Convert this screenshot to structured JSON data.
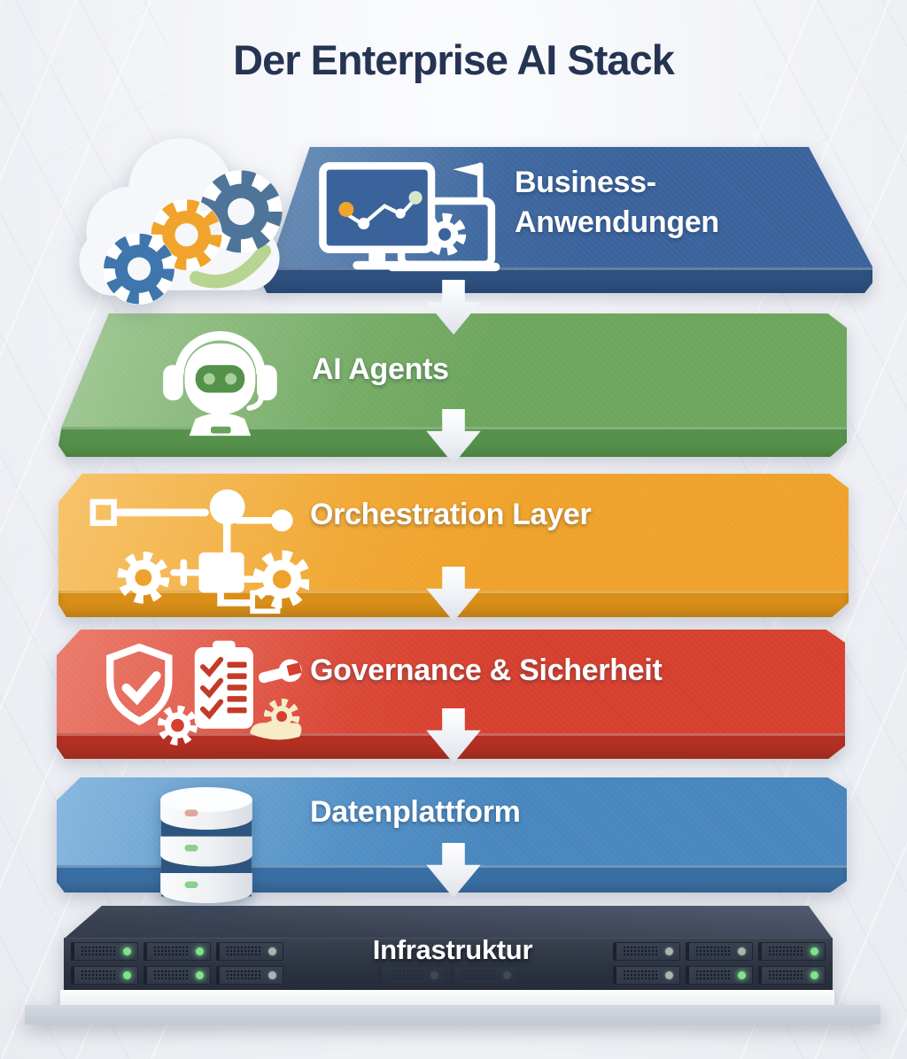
{
  "title": "Der Enterprise AI Stack",
  "theme": {
    "background": "#eef0f4",
    "title_color": "#263453",
    "label_color": "#ffffff",
    "arrow_color": "#eef1f5"
  },
  "layers": [
    {
      "id": "business-anwendungen",
      "label": "Business-Anwendungen",
      "label_lines": [
        "Business-",
        "Anwendungen"
      ],
      "icon": "monitor-laptop-gear-icon",
      "colors": {
        "face_top": "#4a76a8",
        "face_bottom": "#3a639c",
        "edge": "#2d5181"
      }
    },
    {
      "id": "ai-agents",
      "label": "AI Agents",
      "icon": "robot-headset-icon",
      "colors": {
        "face_top": "#8cbc7d",
        "face_bottom": "#6da55d",
        "edge": "#57924c"
      }
    },
    {
      "id": "orchestration-layer",
      "label": "Orchestration Layer",
      "icon": "workflow-gears-icon",
      "colors": {
        "face_top": "#f5b445",
        "face_bottom": "#efa22b",
        "edge": "#d98f18"
      }
    },
    {
      "id": "governance-sicherheit",
      "label": "Governance & Sicherheit",
      "icon": "shield-checklist-icon",
      "colors": {
        "face_top": "#e55b48",
        "face_bottom": "#d63f2e",
        "edge": "#b43023"
      }
    },
    {
      "id": "datenplattform",
      "label": "Datenplattform",
      "icon": "database-icon",
      "colors": {
        "face_top": "#69a6d6",
        "face_bottom": "#4886bd",
        "edge": "#3a6fa3"
      }
    },
    {
      "id": "infrastruktur",
      "label": "Infrastruktur",
      "icon": "server-rack",
      "colors": {
        "face_top": "#4c5567",
        "face_bottom": "#2e3543",
        "edge": "#c6cdd4"
      }
    }
  ],
  "decor": {
    "cloud_icon": "cloud-gears-icon",
    "gear_colors": [
      "#3e76ad",
      "#f1a32c",
      "#4e7499"
    ],
    "swoosh_color": "#b7d490",
    "arrow_count": 5
  },
  "server": {
    "led_on": "#82e28c",
    "led_dim": "#a9b5ac",
    "rows": [
      {
        "left": [
          "on",
          "on",
          "dim"
        ],
        "mid_ghost": 2,
        "right": [
          "dim",
          "dim",
          "on"
        ]
      },
      {
        "left": [
          "on",
          "on",
          "dim"
        ],
        "mid_ghost": 2,
        "right": [
          "dim",
          "on",
          "on"
        ]
      }
    ]
  }
}
